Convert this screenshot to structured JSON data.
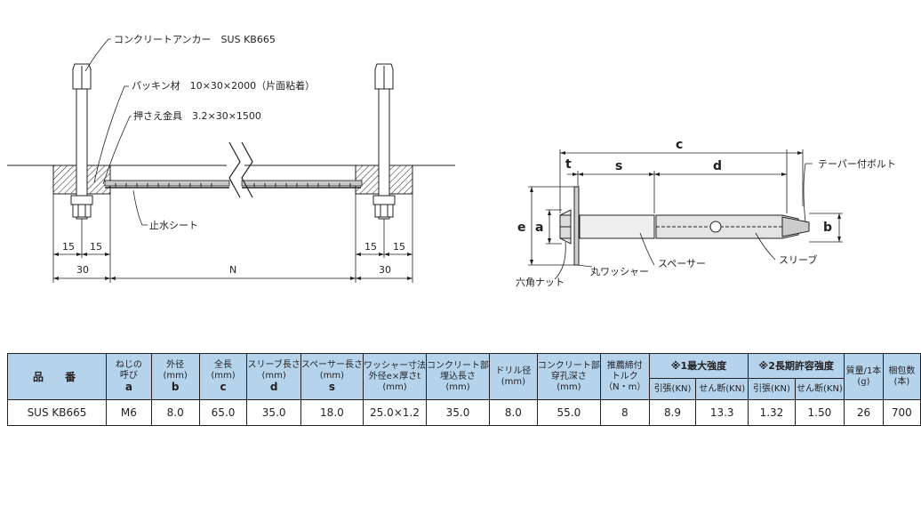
{
  "install": {
    "anchor_label": "コンクリートアンカー　SUS KB665",
    "packing_label": "パッキン材　10×30×2000（片面粘着）",
    "plate_label": "押さえ金具　3.2×30×1500",
    "sheet_label": "止水シート",
    "dims": {
      "d15a": "15",
      "d15b": "15",
      "d30a": "30",
      "dN": "N",
      "d15c": "15",
      "d15d": "15",
      "d30b": "30"
    }
  },
  "bolt": {
    "dim_c": "c",
    "dim_t": "t",
    "dim_s": "s",
    "dim_d": "d",
    "dim_e": "e",
    "dim_a": "a",
    "dim_b": "b",
    "taper_label": "テーパー付ボルト",
    "hexnut_label": "六角ナット",
    "washer_label": "丸ワッシャー",
    "spacer_label": "スペーサー",
    "sleeve_label": "スリーブ"
  },
  "table": {
    "headers": {
      "part": "品　番",
      "thread": [
        "ねじの",
        "呼び",
        "a"
      ],
      "outer": [
        "外径",
        "(mm)",
        "b"
      ],
      "length": [
        "全長",
        "(mm)",
        "c"
      ],
      "sleeve": [
        "スリーブ長さ",
        "(mm)",
        "d"
      ],
      "spacer": [
        "スペーサー長さ",
        "(mm)",
        "s"
      ],
      "washer": [
        "ワッシャー寸法",
        "外径e×厚さt",
        "(mm)"
      ],
      "embed": [
        "コンクリート部",
        "埋込長さ",
        "(mm)"
      ],
      "drill": [
        "ドリル径",
        "(mm)"
      ],
      "hole": [
        "コンクリート部",
        "穿孔深さ",
        "(mm)"
      ],
      "torque": [
        "推薦締付",
        "トルク",
        "（N・m）"
      ],
      "max_strength": "※1最大強度",
      "allow_strength": "※2長期許容強度",
      "tension1": "引張(KN)",
      "shear1": "せん断(KN)",
      "tension2": "引張(KN)",
      "shear2": "せん断(KN)",
      "mass": [
        "質量/1本",
        "(g)"
      ],
      "pack": [
        "梱包数",
        "(本)"
      ]
    },
    "row": {
      "part": "SUS KB665",
      "thread": "M6",
      "outer": "8.0",
      "length": "65.0",
      "sleeve": "35.0",
      "spacer": "18.0",
      "washer": "25.0×1.2",
      "embed": "35.0",
      "drill": "8.0",
      "hole": "55.0",
      "torque": "8",
      "max_tension": "8.9",
      "max_shear": "13.3",
      "allow_tension": "1.32",
      "allow_shear": "1.50",
      "mass": "26",
      "pack": "700"
    }
  }
}
